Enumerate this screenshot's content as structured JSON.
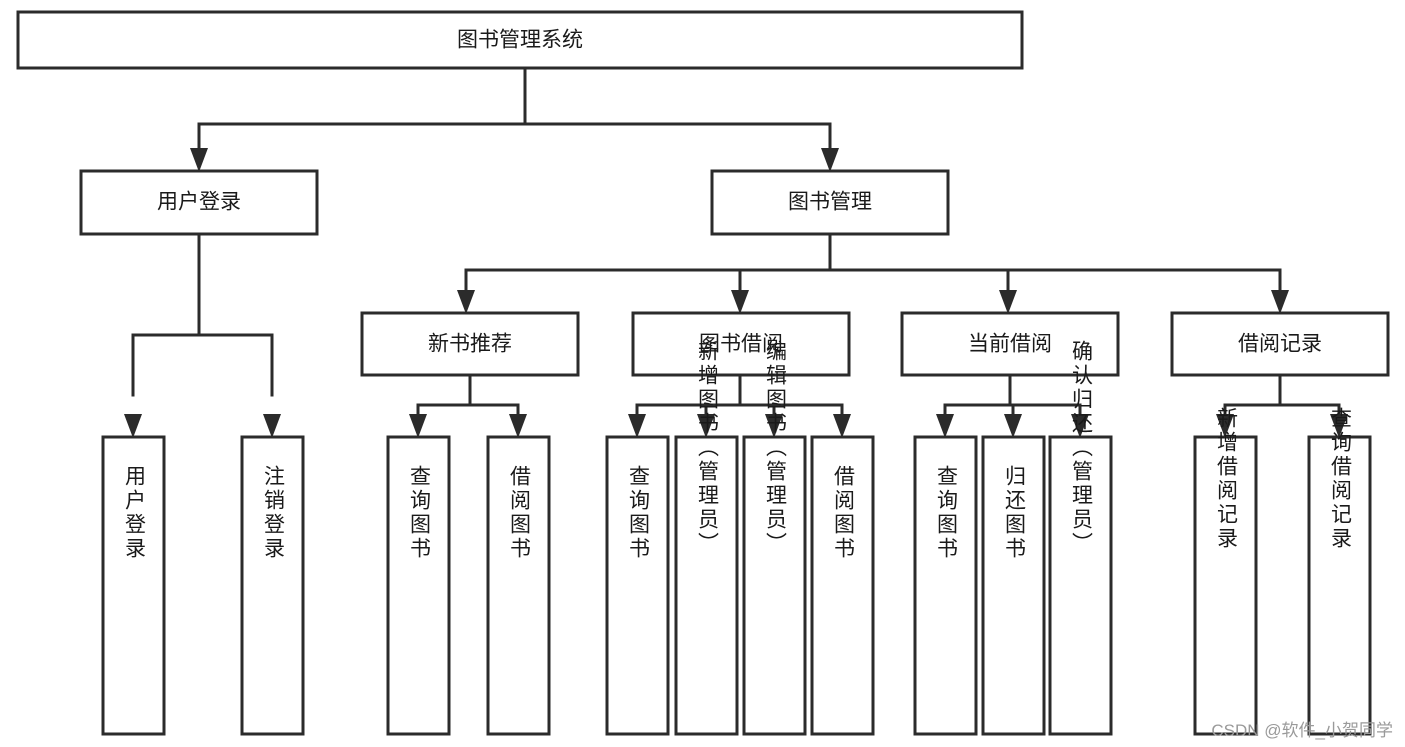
{
  "diagram": {
    "type": "tree",
    "title": "图书管理系统",
    "orientation": "top-down",
    "watermark": "CSDN @软件_小贺同学",
    "colors": {
      "background": "#ffffff",
      "box_fill": "#ffffff",
      "box_stroke": "#2b2b2b",
      "text": "#1a1a1a",
      "watermark": "#9a9a9a"
    },
    "levels": {
      "root": "图书管理系统",
      "level2": [
        "用户登录",
        "图书管理"
      ],
      "level3": [
        "新书推荐",
        "图书借阅",
        "当前借阅",
        "借阅记录"
      ]
    },
    "nodes": {
      "root": {
        "label": "图书管理系统"
      },
      "user_login": {
        "label": "用户登录"
      },
      "book_manage": {
        "label": "图书管理"
      },
      "new_book_rec": {
        "label": "新书推荐"
      },
      "book_borrow": {
        "label": "图书借阅"
      },
      "current_borrow": {
        "label": "当前借阅"
      },
      "borrow_record": {
        "label": "借阅记录"
      },
      "leaf_user_login": {
        "label": "用户登录"
      },
      "leaf_logout": {
        "label": "注销登录"
      },
      "leaf_query_book_1": {
        "label": "查询图书"
      },
      "leaf_borrow_book_1": {
        "label": "借阅图书"
      },
      "leaf_query_book_2": {
        "label": "查询图书"
      },
      "leaf_add_book": {
        "label": "新增图书（管理员）"
      },
      "leaf_edit_book": {
        "label": "编辑图书（管理员）"
      },
      "leaf_borrow_book_2": {
        "label": "借阅图书"
      },
      "leaf_query_book_3": {
        "label": "查询图书"
      },
      "leaf_return_book": {
        "label": "归还图书"
      },
      "leaf_confirm_return": {
        "label": "确认归还（管理员）"
      },
      "leaf_add_record": {
        "label": "新增借阅记录"
      },
      "leaf_query_record": {
        "label": "查询借阅记录"
      }
    },
    "edges": [
      {
        "from": "图书管理系统",
        "to": "用户登录"
      },
      {
        "from": "图书管理系统",
        "to": "图书管理"
      },
      {
        "from": "用户登录",
        "to": "用户登录"
      },
      {
        "from": "用户登录",
        "to": "注销登录"
      },
      {
        "from": "图书管理",
        "to": "新书推荐"
      },
      {
        "from": "图书管理",
        "to": "图书借阅"
      },
      {
        "from": "图书管理",
        "to": "当前借阅"
      },
      {
        "from": "图书管理",
        "to": "借阅记录"
      },
      {
        "from": "新书推荐",
        "to": "查询图书"
      },
      {
        "from": "新书推荐",
        "to": "借阅图书"
      },
      {
        "from": "图书借阅",
        "to": "查询图书"
      },
      {
        "from": "图书借阅",
        "to": "新增图书（管理员）"
      },
      {
        "from": "图书借阅",
        "to": "编辑图书（管理员）"
      },
      {
        "from": "图书借阅",
        "to": "借阅图书"
      },
      {
        "from": "当前借阅",
        "to": "查询图书"
      },
      {
        "from": "当前借阅",
        "to": "归还图书"
      },
      {
        "from": "当前借阅",
        "to": "确认归还（管理员）"
      },
      {
        "from": "借阅记录",
        "to": "新增借阅记录"
      },
      {
        "from": "借阅记录",
        "to": "查询借阅记录"
      }
    ]
  }
}
